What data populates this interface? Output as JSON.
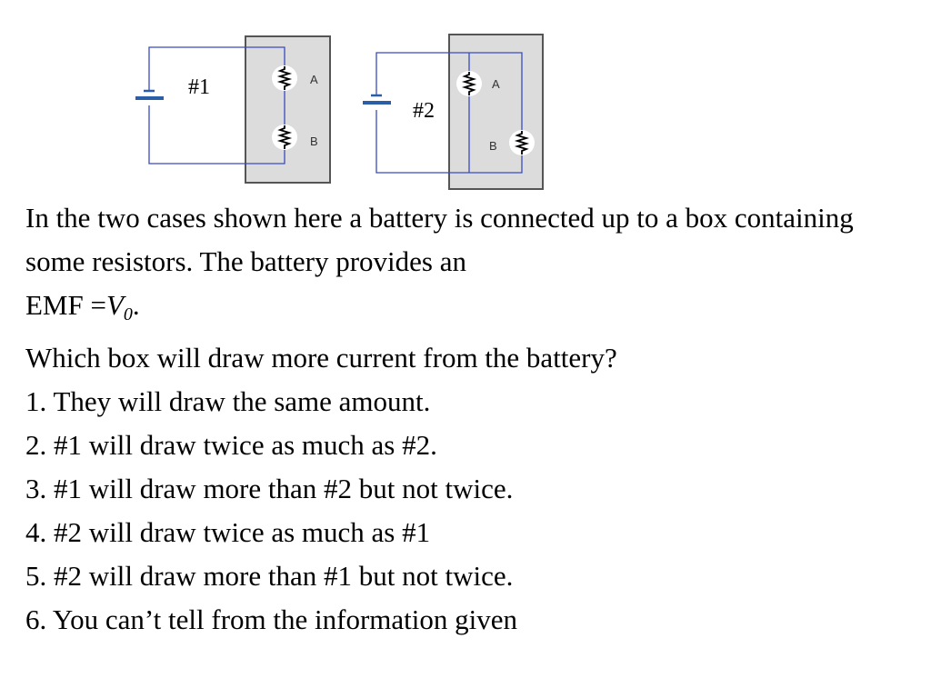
{
  "diagram": {
    "circuit1": {
      "label": "#1",
      "resistor_a_label": "A",
      "resistor_b_label": "B"
    },
    "circuit2": {
      "label": "#2",
      "resistor_a_label": "A",
      "resistor_b_label": "B"
    },
    "colors": {
      "wire": "#3a4bbf",
      "box_fill": "#dcdcdc",
      "box_border": "#555555",
      "battery": "#2a5fa8",
      "resistor_disc": "#ffffff"
    }
  },
  "question": {
    "intro": "In the two cases shown here a battery is connected up to a box containing some resistors. The battery provides an",
    "emf_prefix": "EMF =",
    "emf_var": "V",
    "emf_sub": "0",
    "emf_suffix": ".",
    "prompt": "Which box will draw more current from the battery?",
    "options": [
      "1. They will draw the same amount.",
      "2. #1 will draw twice as much as #2.",
      "3. #1 will draw more than #2 but not twice.",
      "4. #2 will draw twice as much as #1",
      "5. #2 will draw more than #1 but not twice.",
      "6. You can’t tell from the information given"
    ]
  }
}
